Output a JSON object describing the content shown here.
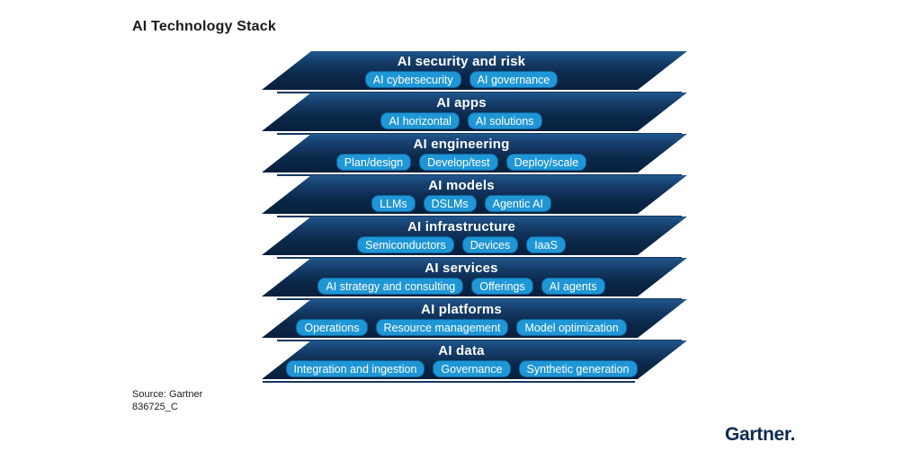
{
  "page": {
    "title": "AI Technology Stack"
  },
  "colors": {
    "plate_navy_top": "#21568c",
    "plate_navy_bottom": "#081f3c",
    "chip_blue": "#1f96d5",
    "chip_border": "#0e639c",
    "edge_line": "#143761",
    "logo_navy": "#0e2a52"
  },
  "stack": {
    "layers": [
      {
        "title": "AI security and risk",
        "chips": [
          "AI cybersecurity",
          "AI governance"
        ]
      },
      {
        "title": "AI apps",
        "chips": [
          "AI horizontal",
          "AI solutions"
        ]
      },
      {
        "title": "AI engineering",
        "chips": [
          "Plan/design",
          "Develop/test",
          "Deploy/scale"
        ]
      },
      {
        "title": "AI models",
        "chips": [
          "LLMs",
          "DSLMs",
          "Agentic AI"
        ]
      },
      {
        "title": "AI infrastructure",
        "chips": [
          "Semiconductors",
          "Devices",
          "IaaS"
        ]
      },
      {
        "title": "AI services",
        "chips": [
          "AI strategy and consulting",
          "Offerings",
          "AI agents"
        ]
      },
      {
        "title": "AI platforms",
        "chips": [
          "Operations",
          "Resource management",
          "Model optimization"
        ]
      },
      {
        "title": "AI data",
        "chips": [
          "Integration and ingestion",
          "Governance",
          "Synthetic generation"
        ]
      }
    ]
  },
  "source": {
    "line1": "Source: Gartner",
    "line2": "836725_C"
  },
  "logo": {
    "text": "Gartner."
  }
}
